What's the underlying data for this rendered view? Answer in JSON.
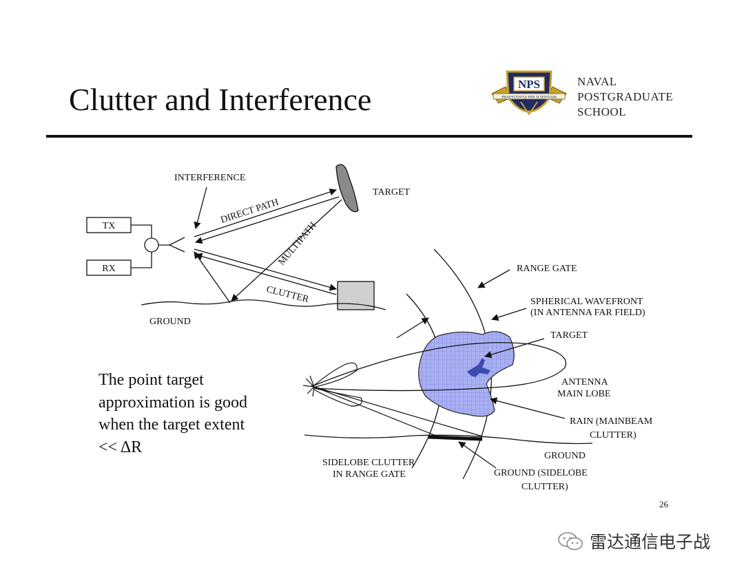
{
  "slide": {
    "title": "Clutter and Interference",
    "page_number": "26",
    "note_lines": [
      "The point target",
      "approximation is good",
      "when the target extent",
      "<< ΔR"
    ]
  },
  "logo": {
    "badge_text": "NPS",
    "motto": "PRAESTANTIA PER SCIENTIAM",
    "school_lines": [
      "NAVAL",
      "POSTGRADUATE",
      "SCHOOL"
    ],
    "colors": {
      "navy": "#1f2a66",
      "gold": "#c9a12a"
    }
  },
  "diagram_left": {
    "tx": "TX",
    "rx": "RX",
    "interference": "INTERFERENCE",
    "target": "TARGET",
    "direct_path": "DIRECT PATH",
    "multipath": "MULTIPATH",
    "clutter": "CLUTTER",
    "ground": "GROUND"
  },
  "diagram_right": {
    "range_gate": "RANGE GATE",
    "spherical_wavefront": [
      "SPHERICAL WAVEFRONT",
      "(IN ANTENNA FAR FIELD)"
    ],
    "target": "TARGET",
    "antenna_main_lobe": [
      "ANTENNA",
      "MAIN LOBE"
    ],
    "rain": [
      "RAIN (MAINBEAM",
      "CLUTTER)"
    ],
    "ground": "GROUND",
    "ground_sidelobe": [
      "GROUND (SIDELOBE",
      "CLUTTER)"
    ],
    "sidelobe_clutter": [
      "SIDELOBE CLUTTER",
      "IN RANGE GATE"
    ],
    "rain_color": "#9fa8f0"
  },
  "watermark": {
    "text": "雷达通信电子战",
    "icon": "wechat-icon"
  }
}
